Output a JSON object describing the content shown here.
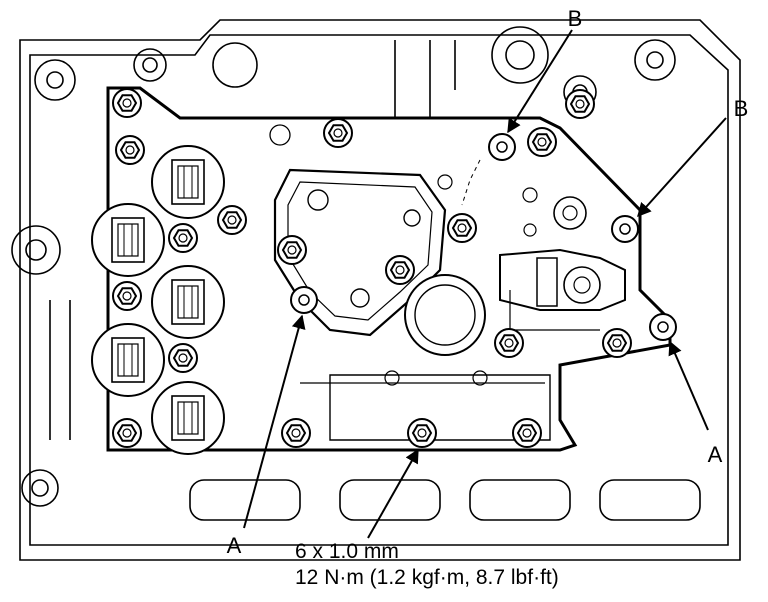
{
  "labels": {
    "b_top": "B",
    "b_right": "B",
    "a_left": "A",
    "a_right": "A"
  },
  "spec": {
    "bolt_size": "6 x 1.0 mm",
    "torque": "12 N·m (1.2 kgf·m, 8.7 lbf·ft)"
  }
}
